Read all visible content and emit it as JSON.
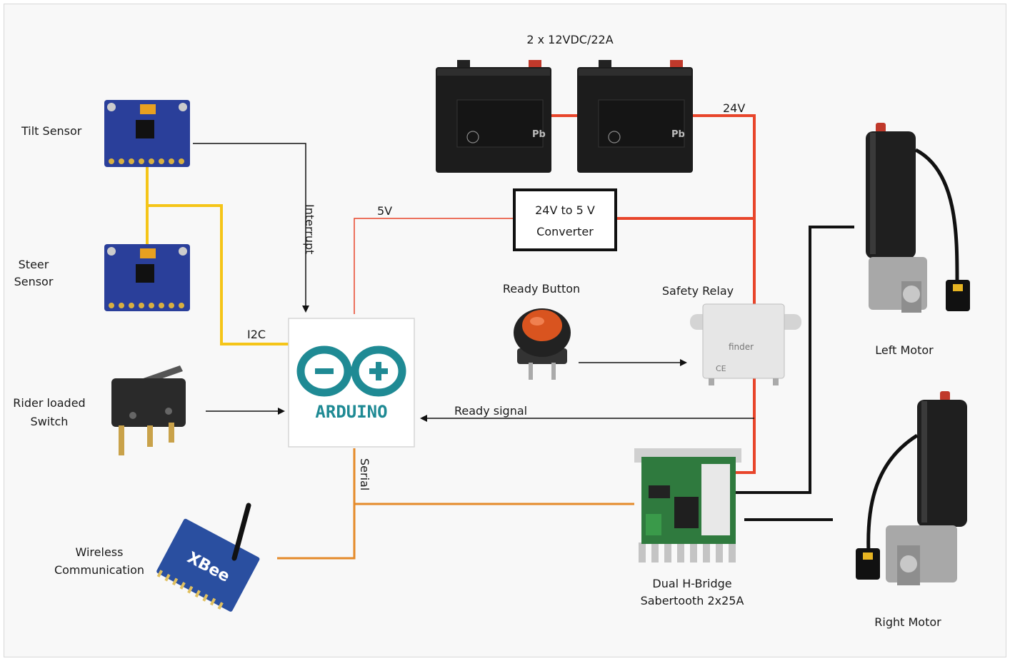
{
  "labels": {
    "batteries": "2 x 12VDC/22A",
    "v24": "24V",
    "v5": "5V",
    "converter_line1": "24V to 5 V",
    "converter_line2": "Converter",
    "tilt_sensor": "Tilt Sensor",
    "steer_line1": "Steer",
    "steer_line2": "Sensor",
    "interrupt": "Interrupt",
    "i2c": "I2C",
    "rider_line1": "Rider loaded",
    "rider_line2": "Switch",
    "wireless_line1": "Wireless",
    "wireless_line2": "Communication",
    "serial": "Serial",
    "ready_button": "Ready Button",
    "safety_relay": "Safety Relay",
    "ready_signal": "Ready signal",
    "hbridge_line1": "Dual H-Bridge",
    "hbridge_line2": "Sabertooth 2x25A",
    "left_motor": "Left Motor",
    "right_motor": "Right Motor",
    "arduino": "ARDUINO",
    "xbee": "XBee",
    "relay_brand": "finder",
    "battery_chem": "Pb",
    "relay_ce": "CE"
  },
  "colors": {
    "power_red": "#e8452b",
    "i2c_yellow": "#f5c518",
    "serial_orange": "#e58a2a",
    "signal_black": "#111111",
    "arduino_teal": "#1f8a94",
    "sensor_blue": "#2a3f9a"
  }
}
